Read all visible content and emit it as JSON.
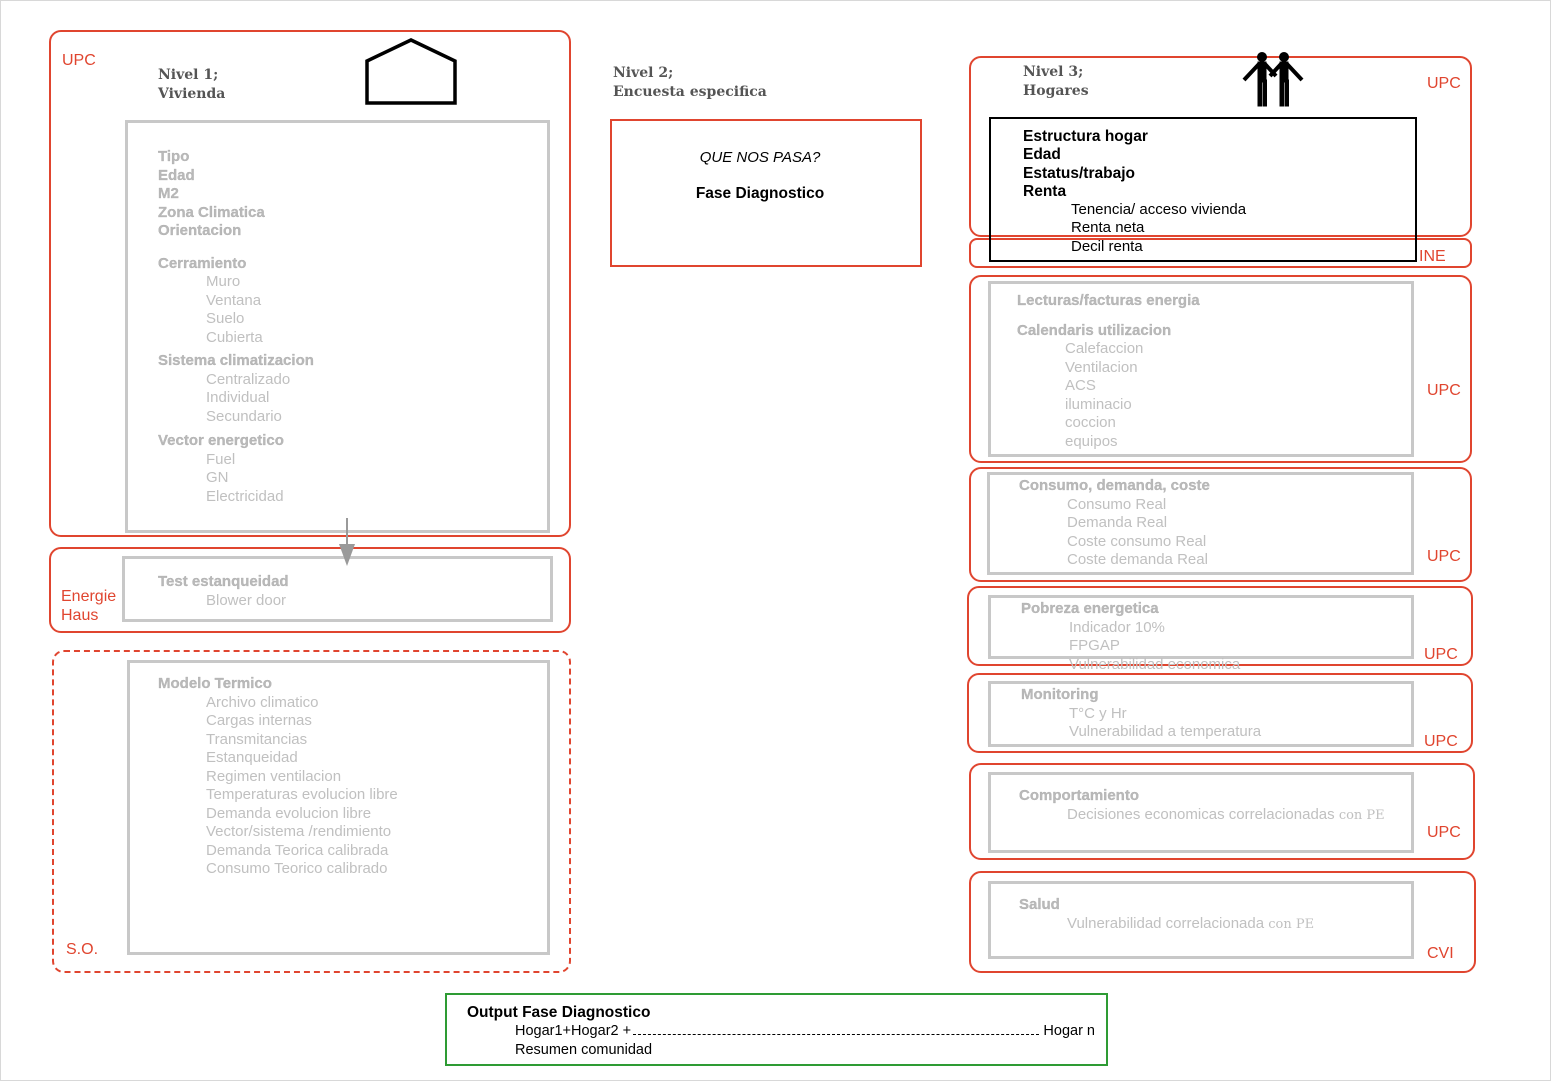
{
  "nivel1": {
    "org": "UPC",
    "title_line1": "Nivel 1;",
    "title_line2": "Vivienda",
    "icon": "house-icon",
    "lines": {
      "tipo": "Tipo",
      "edad": "Edad",
      "m2": "M2",
      "zona": "Zona Climatica",
      "orientacion": "Orientacion",
      "cerramiento": "Cerramiento",
      "muro": "Muro",
      "ventana": "Ventana",
      "suelo": "Suelo",
      "cubierta": "Cubierta",
      "sistema": "Sistema climatizacion",
      "centralizado": "Centralizado",
      "individual": "Individual",
      "secundario": "Secundario",
      "vector": "Vector energetico",
      "fuel": "Fuel",
      "gn": "GN",
      "electricidad": "Electricidad"
    }
  },
  "test": {
    "org_line1": "Energie",
    "org_line2": "Haus",
    "title": "Test estanqueidad",
    "item": "Blower door"
  },
  "modelo": {
    "org": "S.O.",
    "title": "Modelo Termico",
    "items": [
      "Archivo climatico",
      "Cargas internas",
      "Transmitancias",
      "Estanqueidad",
      "Regimen ventilacion",
      "Temperaturas evolucion libre",
      "Demanda evolucion libre",
      "Vector/sistema /rendimiento",
      "Demanda  Teorica calibrada",
      "Consumo  Teorico calibrado"
    ]
  },
  "nivel2": {
    "title_line1": "Nivel 2;",
    "title_line2": "Encuesta especifica",
    "question": "QUE NOS PASA?",
    "phase": "Fase Diagnostico"
  },
  "nivel3": {
    "org": "UPC",
    "title_line1": "Nivel 3;",
    "title_line2": "Hogares",
    "icon": "people-icon",
    "estructura": "Estructura hogar",
    "edad": "Edad",
    "estatus": "Estatus/trabajo",
    "renta": "Renta",
    "tenencia": "Tenencia/ acceso vivienda",
    "renta_neta": "Renta neta",
    "decil": "Decil renta",
    "ine": "INE"
  },
  "lecturas": {
    "org": "UPC",
    "title": "Lecturas/facturas energia",
    "subtitle": "Calendaris utilizacion",
    "items": [
      "Calefaccion",
      "Ventilacion",
      "ACS",
      "iluminacio",
      "coccion",
      "equipos"
    ]
  },
  "consumo": {
    "org": "UPC",
    "title": "Consumo, demanda, coste",
    "items": [
      "Consumo Real",
      "Demanda Real",
      "Coste consumo Real",
      "Coste demanda  Real"
    ]
  },
  "pobreza": {
    "org": "UPC",
    "title": "Pobreza energetica",
    "items": [
      "Indicador 10%",
      "FPGAP",
      "Vulnerabilidad economica"
    ]
  },
  "monitoring": {
    "org": "UPC",
    "title": "Monitoring",
    "items": [
      "T°C y Hr",
      "Vulnerabilidad a temperatura"
    ]
  },
  "comportamiento": {
    "org": "UPC",
    "title": "Comportamiento",
    "item_text": "Decisiones economicas correlacionadas ",
    "item_suffix": "con PE"
  },
  "salud": {
    "org": "CVI",
    "title": "Salud",
    "item_text": "Vulnerabilidad correlacionada ",
    "item_suffix": "con PE"
  },
  "output": {
    "title": "Output Fase Diagnostico",
    "line1_left": "Hogar1+Hogar2 +",
    "line1_right": "Hogar n",
    "line2": "Resumen comunidad"
  },
  "colors": {
    "source_border": "#e0452f",
    "content_border": "#c8c8c8",
    "output_border": "#2e9b34",
    "muted_text": "#b9b9b9"
  }
}
